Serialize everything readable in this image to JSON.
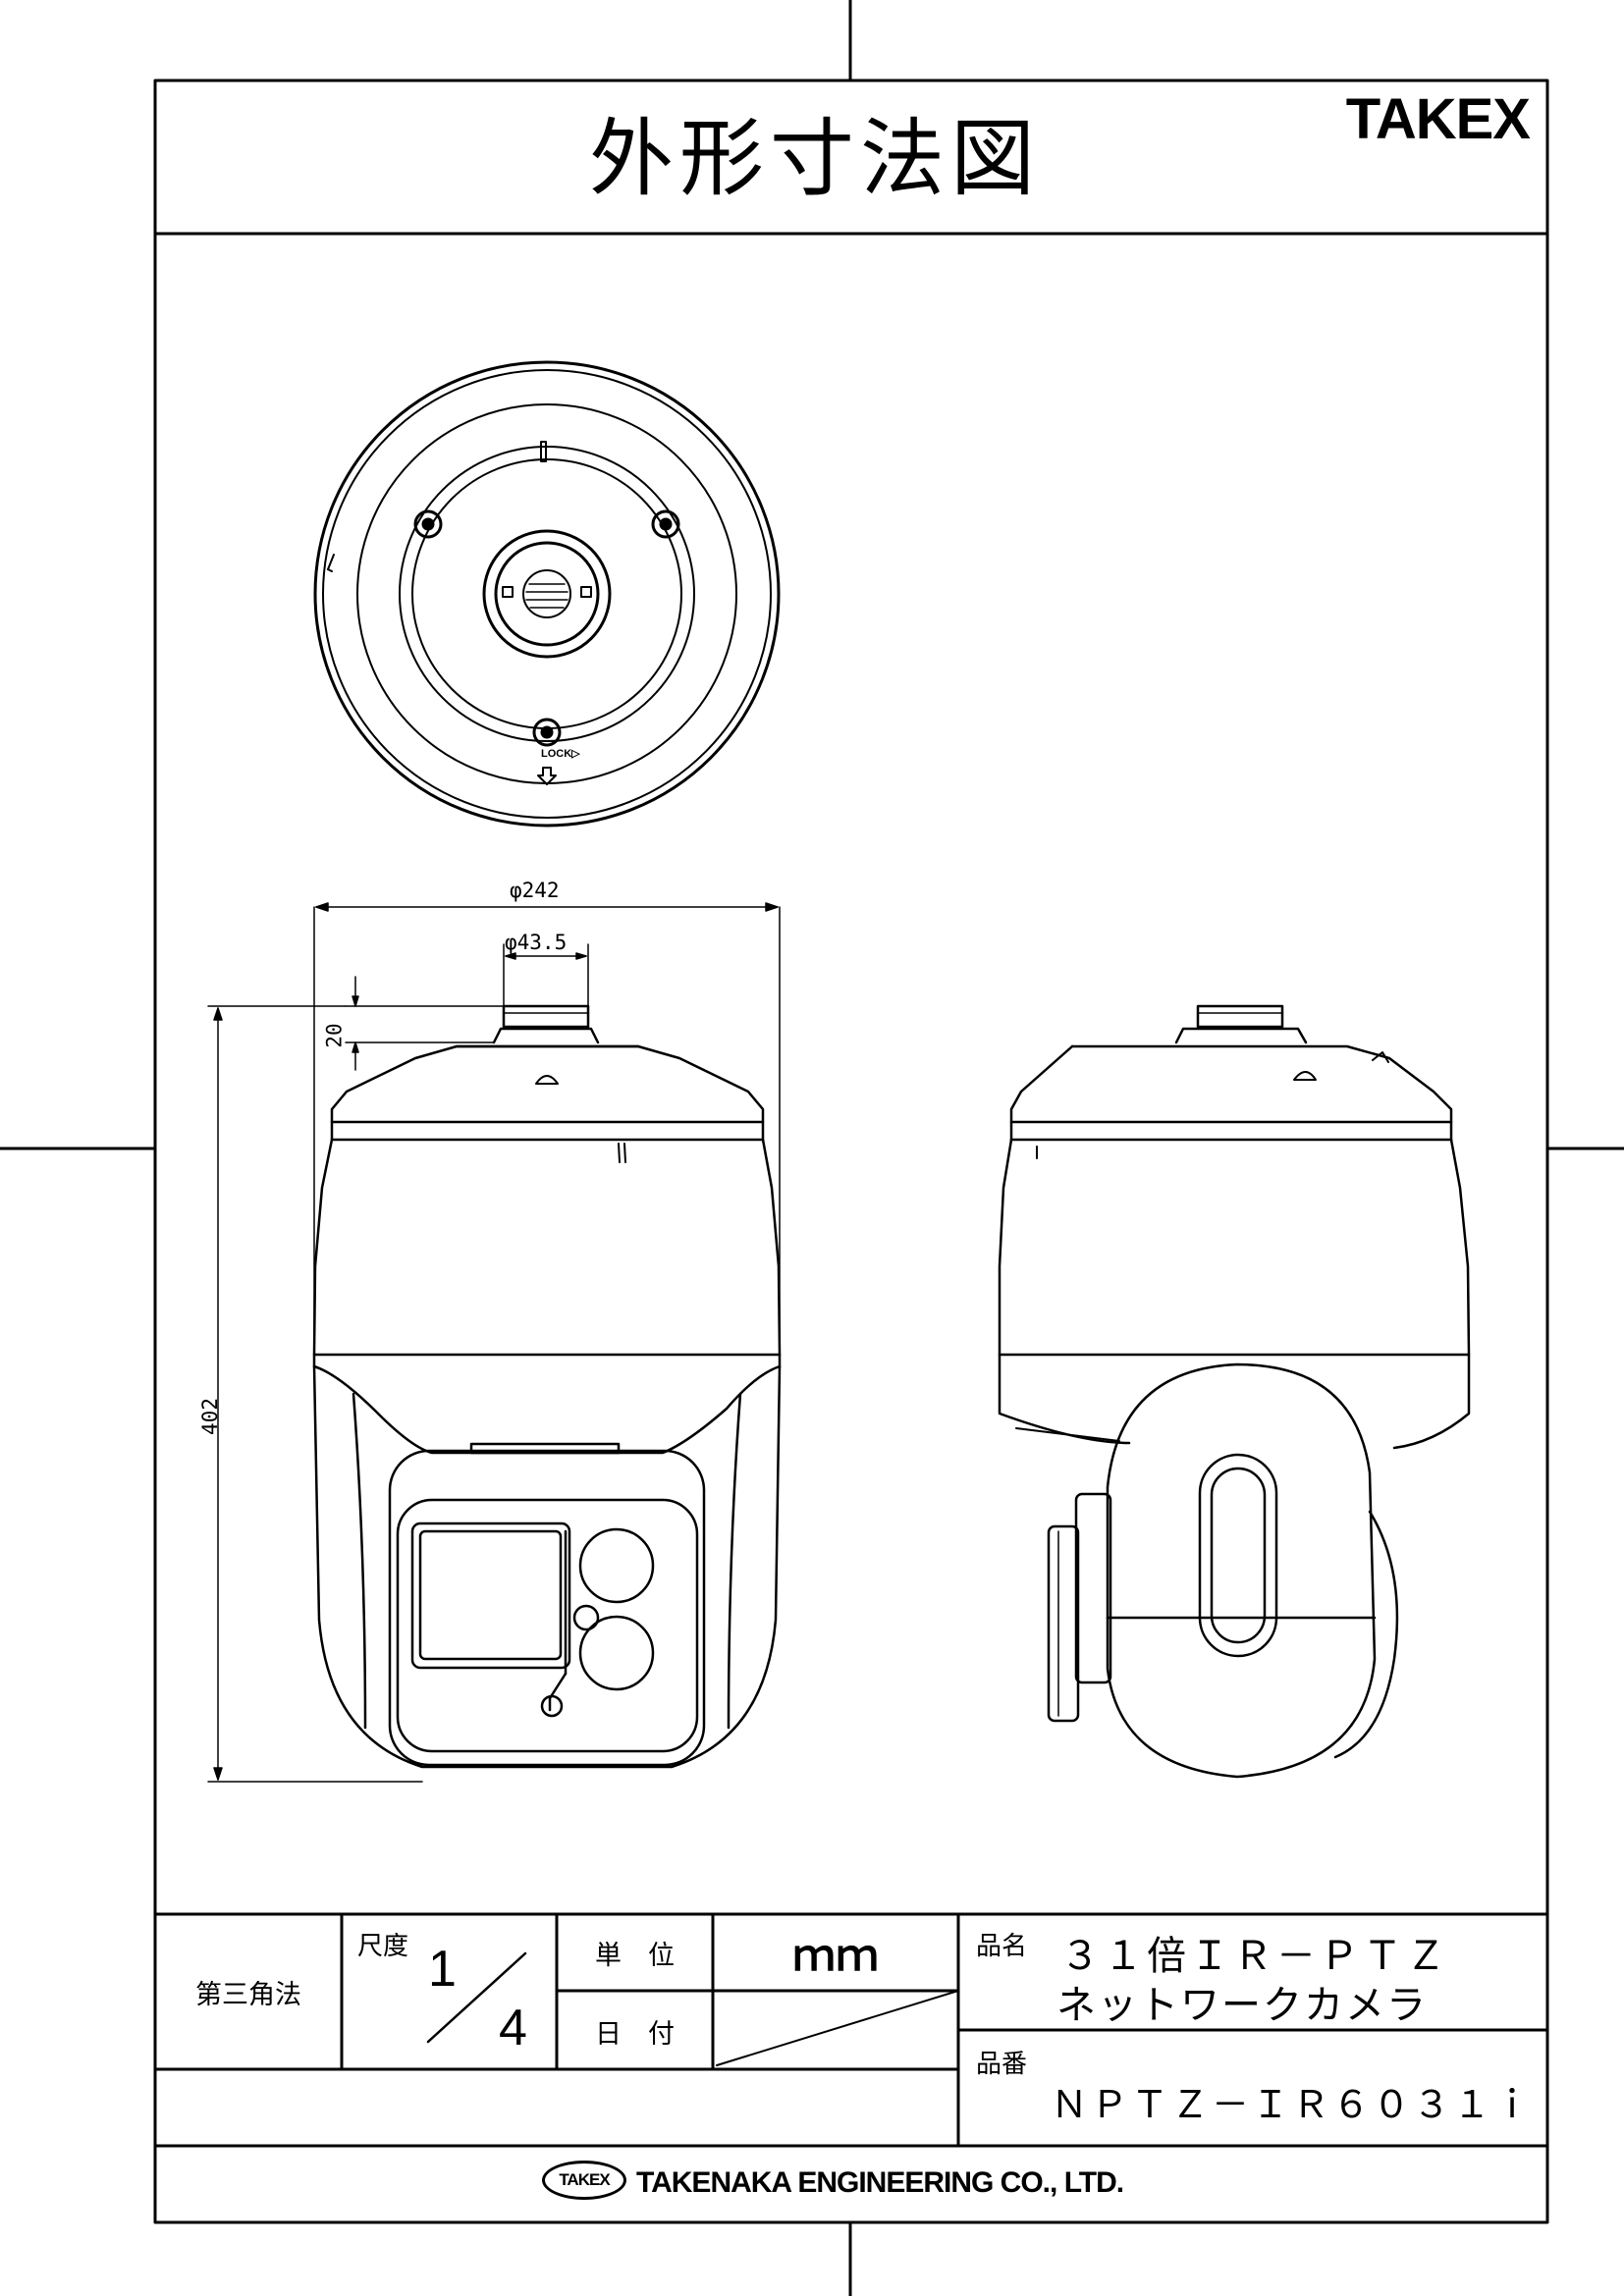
{
  "sheet": {
    "title": "外形寸法図",
    "brand": "TAKEX"
  },
  "dimensions": {
    "outer_diameter": "φ242",
    "mount_diameter": "φ43.5",
    "mount_height": "20",
    "total_height": "402",
    "lock_label": "LOCK▷"
  },
  "title_block": {
    "projection": "第三角法",
    "scale_label": "尺度",
    "scale_numerator": "1",
    "scale_denominator": "4",
    "unit_label": "単　位",
    "unit_value": "ｍｍ",
    "date_label": "日　付",
    "product_name_label": "品名",
    "product_name_line1": "３１倍ＩＲ－ＰＴＺ",
    "product_name_line2": "ネットワークカメラ",
    "product_number_label": "品番",
    "product_number": "ＮＰＴＺ－ＩＲ６０３１ｉ",
    "company_logo_text": "TAKEX",
    "company_name": "TAKENAKA ENGINEERING CO., LTD."
  }
}
